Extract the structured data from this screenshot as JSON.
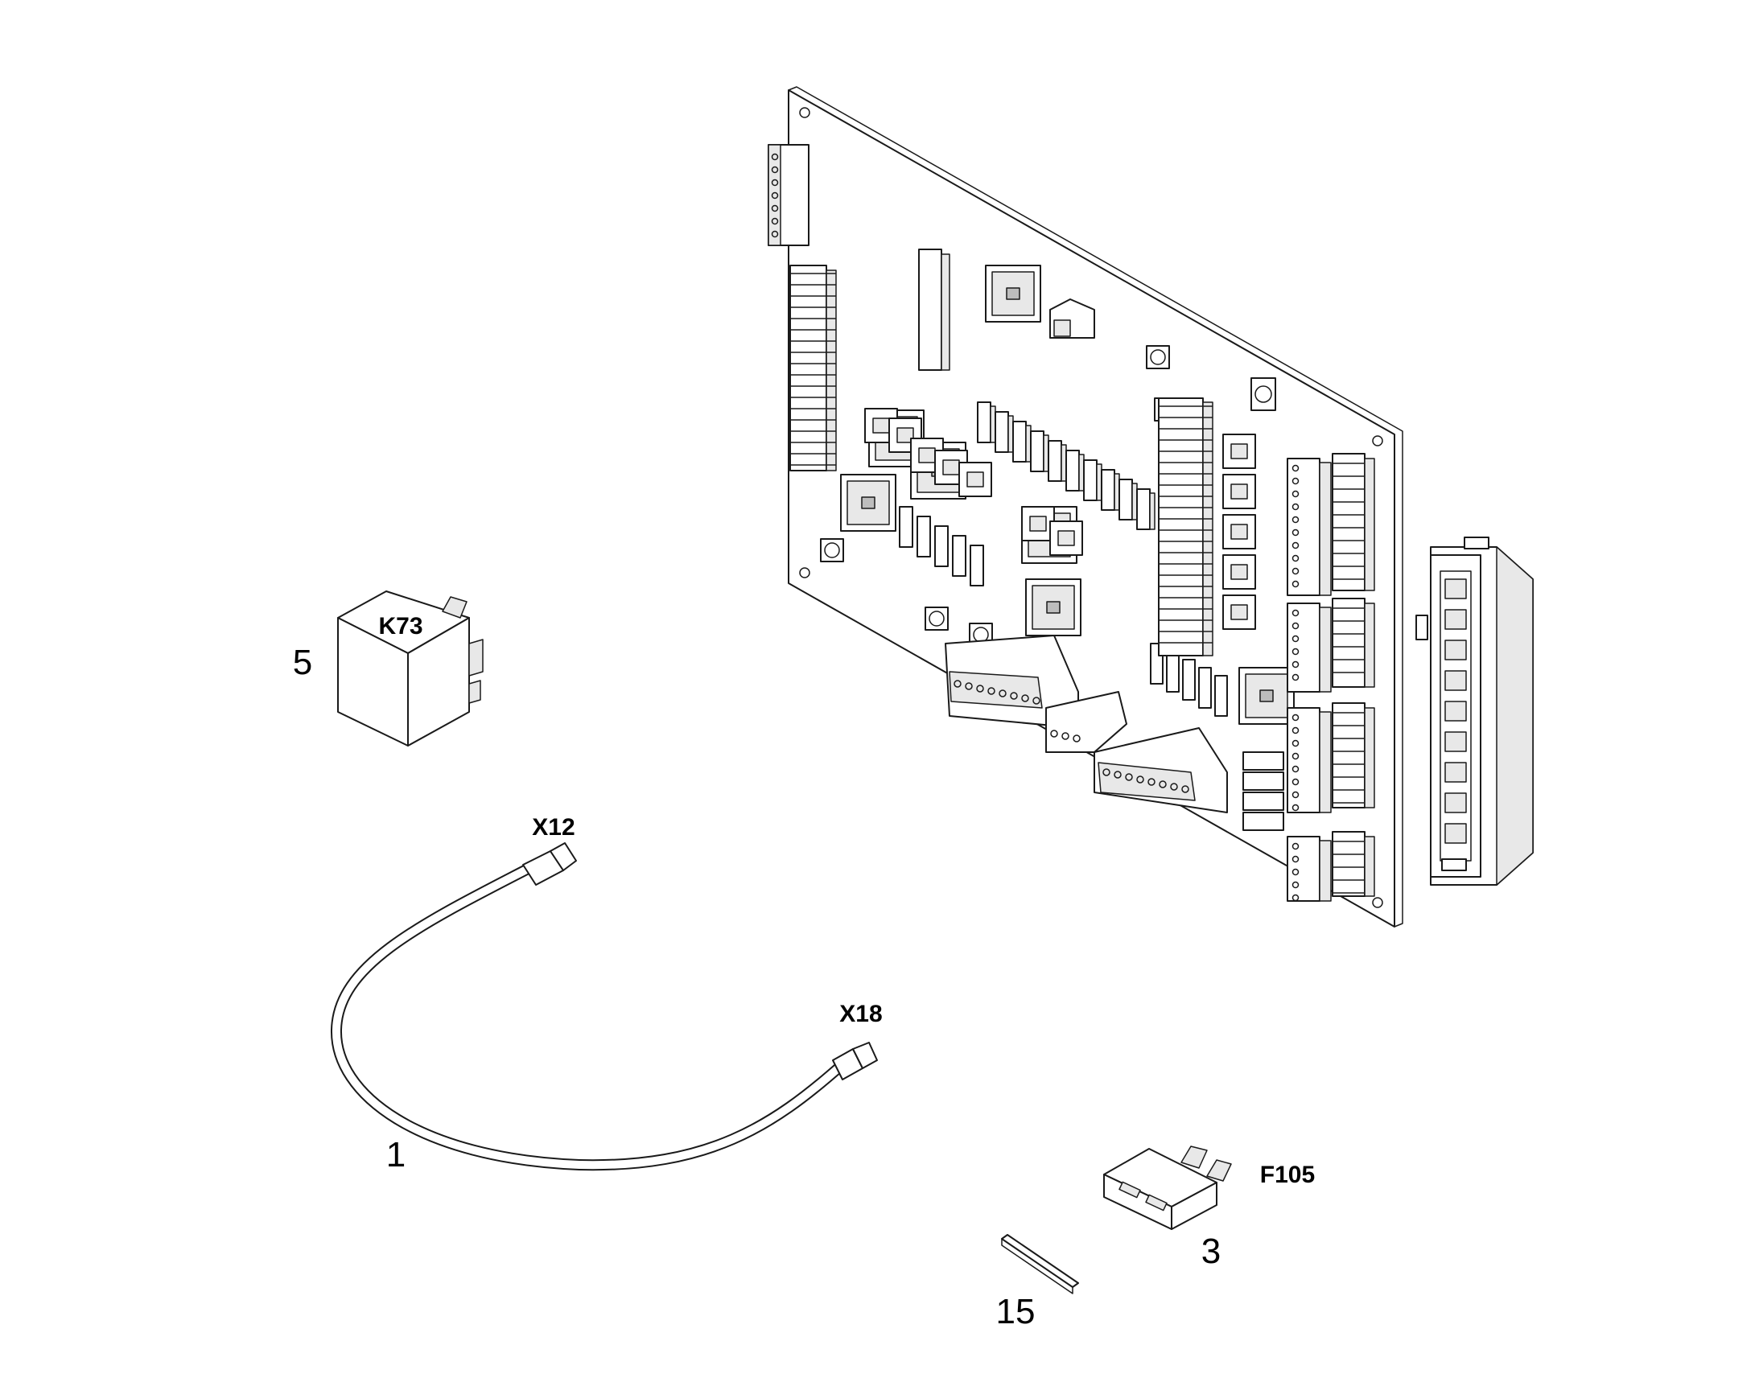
{
  "callouts": {
    "relay": {
      "item": "5",
      "code": "K73"
    },
    "cable": {
      "item": "1",
      "end_a": "X12",
      "end_b": "X18"
    },
    "fuse": {
      "item": "3",
      "code": "F105"
    },
    "strip": {
      "item": "15"
    }
  },
  "icons": [
    "circuit-board-icon",
    "relay-icon",
    "cable-icon",
    "fuse-icon",
    "label-strip-icon",
    "connector-icon"
  ],
  "colors": {
    "line": "#1a1a1a",
    "background": "#ffffff",
    "shade": "#e8e8e8"
  }
}
